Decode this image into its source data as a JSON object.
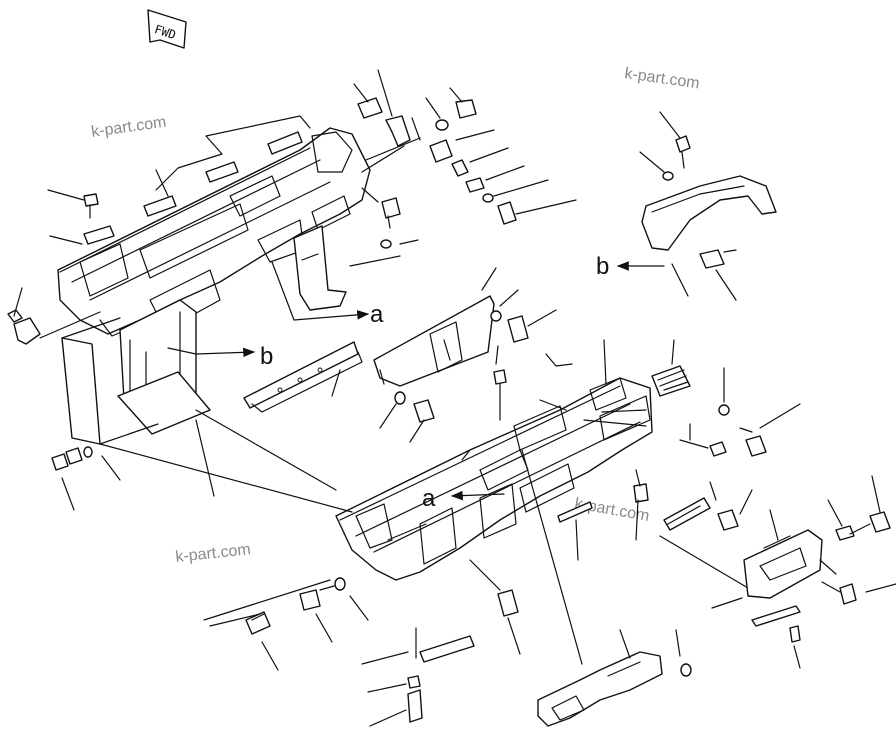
{
  "fwd_label": "FWD",
  "callouts": {
    "a_top": "a",
    "b_left": "b",
    "b_right": "b",
    "a_lower": "a"
  },
  "watermarks": [
    "k-part.com",
    "k-part.com",
    "k-part.com",
    "k-part.com"
  ]
}
